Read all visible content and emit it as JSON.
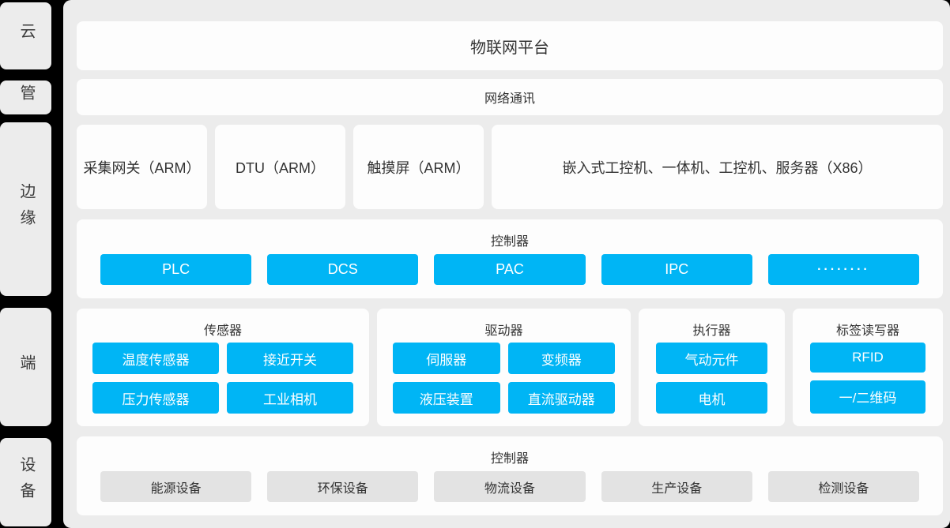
{
  "colors": {
    "accent_blue": "#00b5f5",
    "canvas_bg": "#ececec",
    "card_bg": "#fdfdfd",
    "outer_bg": "#000000",
    "gray_chip_bg": "#e3e3e3",
    "text": "#333333"
  },
  "sidebar": {
    "items": [
      {
        "id": "cloud",
        "label": "云"
      },
      {
        "id": "pipe",
        "label": "管"
      },
      {
        "id": "edge",
        "label": "边缘"
      },
      {
        "id": "terminal",
        "label": "端"
      },
      {
        "id": "device",
        "label": "设备"
      }
    ]
  },
  "rows": {
    "platform": {
      "label": "物联网平台"
    },
    "network": {
      "label": "网络通讯"
    },
    "gateways": {
      "items": [
        "采集网关（ARM）",
        "DTU（ARM）",
        "触摸屏（ARM）",
        "嵌入式工控机、一体机、工控机、服务器（X86）"
      ]
    },
    "controllers": {
      "title": "控制器",
      "items": [
        "PLC",
        "DCS",
        "PAC",
        "IPC",
        "········"
      ]
    },
    "terminal_groups": [
      {
        "title": "传感器",
        "items": [
          "温度传感器",
          "接近开关",
          "压力传感器",
          "工业相机"
        ]
      },
      {
        "title": "驱动器",
        "items": [
          "伺服器",
          "变频器",
          "液压装置",
          "直流驱动器"
        ]
      },
      {
        "title": "执行器",
        "items": [
          "气动元件",
          "电机"
        ]
      },
      {
        "title": "标签读写器",
        "items": [
          "RFID",
          "一/二维码"
        ]
      }
    ],
    "devices": {
      "title": "控制器",
      "items": [
        "能源设备",
        "环保设备",
        "物流设备",
        "生产设备",
        "检测设备"
      ]
    }
  }
}
